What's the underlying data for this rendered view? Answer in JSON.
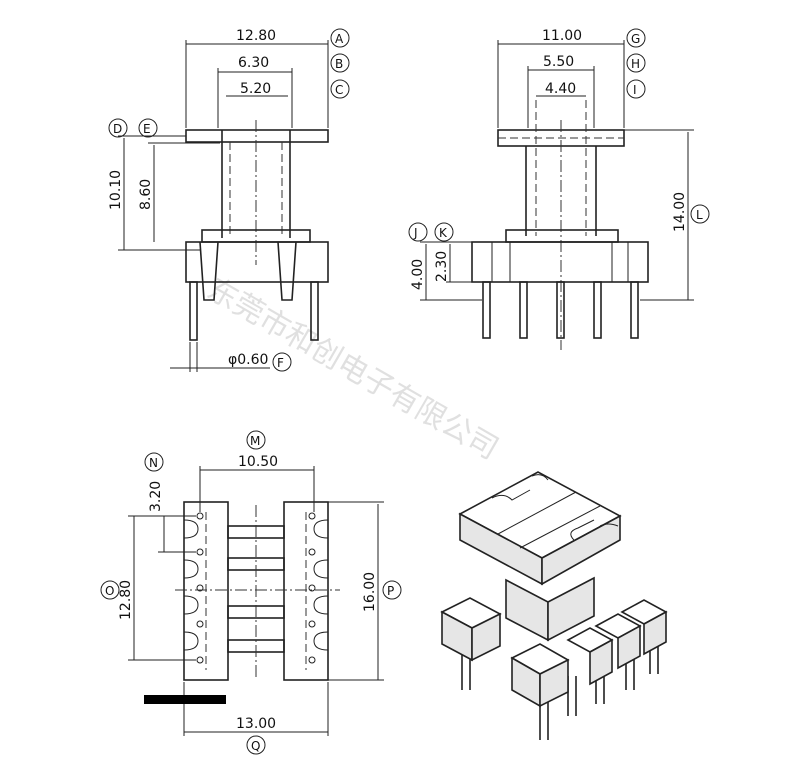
{
  "watermark": "东莞市和创电子有限公司",
  "front_view": {
    "dims": {
      "A": "12.80",
      "B": "6.30",
      "C": "5.20",
      "height_total": "10.10",
      "height_inner": "8.60",
      "pin_dia": "φ0.60"
    },
    "markers": [
      "A",
      "B",
      "C",
      "D",
      "E",
      "F"
    ]
  },
  "side_view": {
    "dims": {
      "G": "11.00",
      "H": "5.50",
      "I": "4.40",
      "base_height": "4.00",
      "step_height": "2.30",
      "total_height": "14.00"
    },
    "markers": [
      "G",
      "H",
      "I",
      "J",
      "K",
      "L"
    ]
  },
  "bottom_view": {
    "dims": {
      "M": "10.50",
      "N": "3.20",
      "O": "12.80",
      "P": "16.00",
      "Q": "13.00"
    },
    "markers": [
      "M",
      "N",
      "O",
      "P",
      "Q"
    ]
  }
}
